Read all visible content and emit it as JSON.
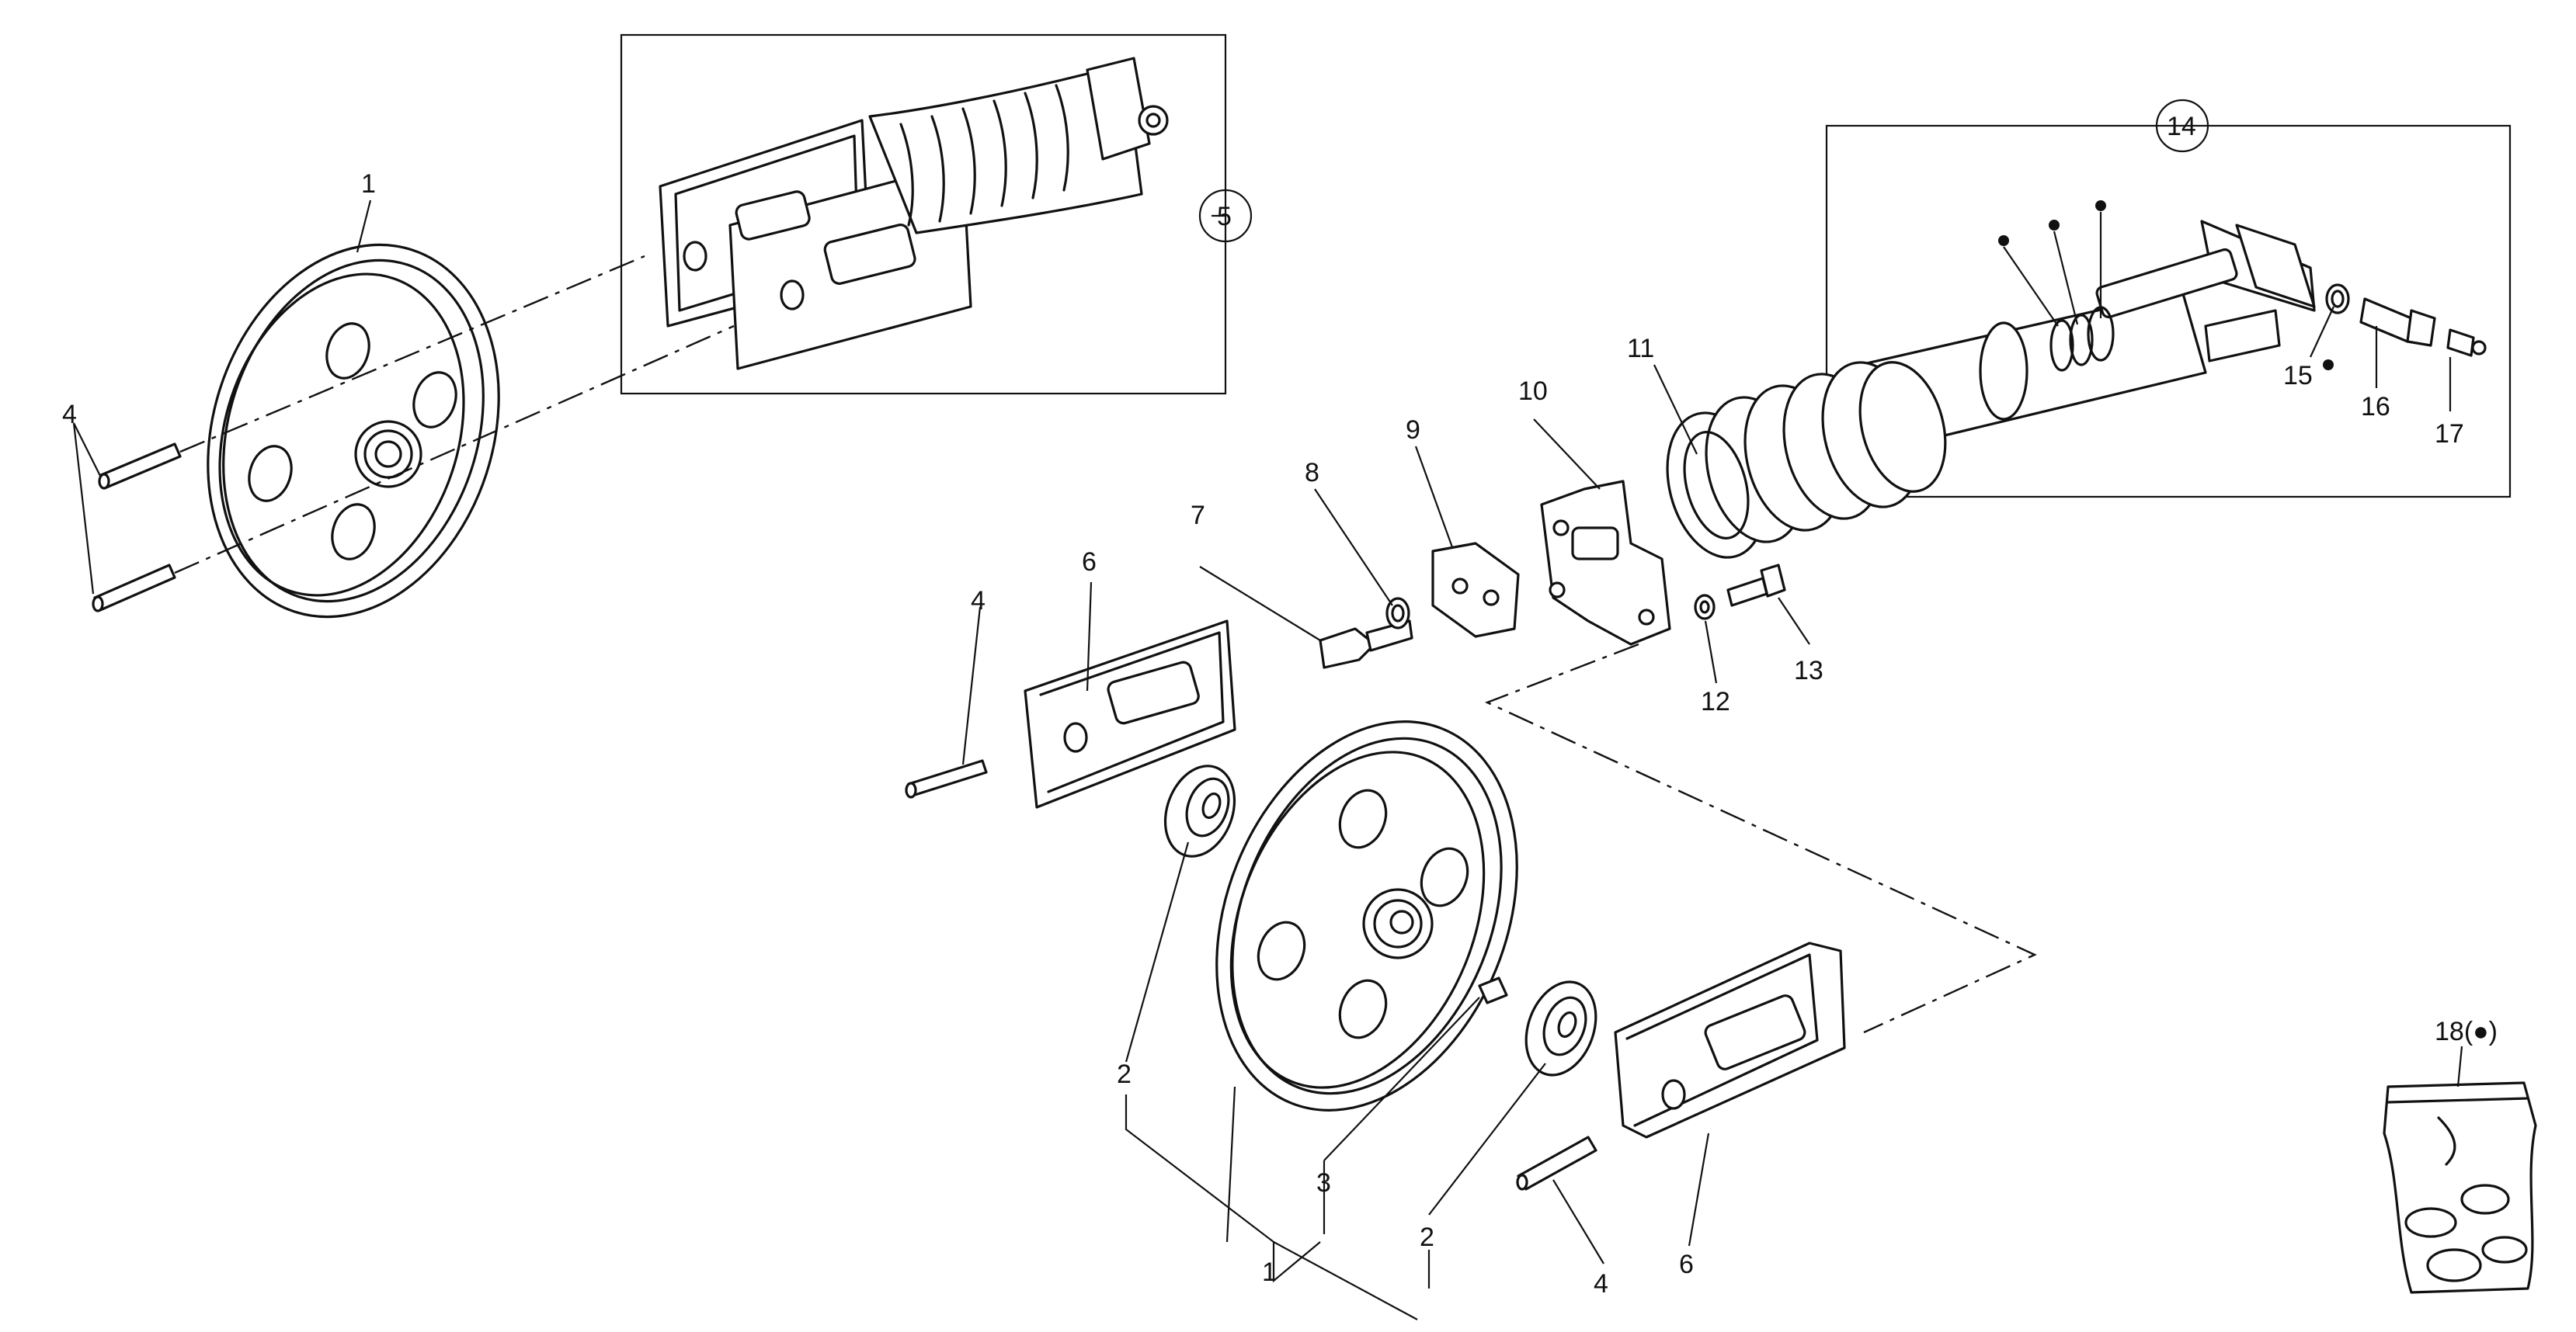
{
  "callouts": [
    {
      "id": "c1a",
      "text": "1"
    },
    {
      "id": "c4a",
      "text": "4"
    },
    {
      "id": "c5",
      "text": "5"
    },
    {
      "id": "c14",
      "text": "14"
    },
    {
      "id": "c6a",
      "text": "6"
    },
    {
      "id": "c7",
      "text": "7"
    },
    {
      "id": "c8",
      "text": "8"
    },
    {
      "id": "c9",
      "text": "9"
    },
    {
      "id": "c10",
      "text": "10"
    },
    {
      "id": "c11",
      "text": "11"
    },
    {
      "id": "c12",
      "text": "12"
    },
    {
      "id": "c13",
      "text": "13"
    },
    {
      "id": "c15",
      "text": "15"
    },
    {
      "id": "c16",
      "text": "16"
    },
    {
      "id": "c17",
      "text": "17"
    },
    {
      "id": "c4b",
      "text": "4"
    },
    {
      "id": "c2a",
      "text": "2"
    },
    {
      "id": "c3",
      "text": "3"
    },
    {
      "id": "c1b",
      "text": "1"
    },
    {
      "id": "c2b",
      "text": "2"
    },
    {
      "id": "c4c",
      "text": "4"
    },
    {
      "id": "c6b",
      "text": "6"
    },
    {
      "id": "c18",
      "text": "18(●)"
    }
  ],
  "marker_symbol": "●",
  "colors": {
    "line": "#111111",
    "background": "#ffffff"
  }
}
